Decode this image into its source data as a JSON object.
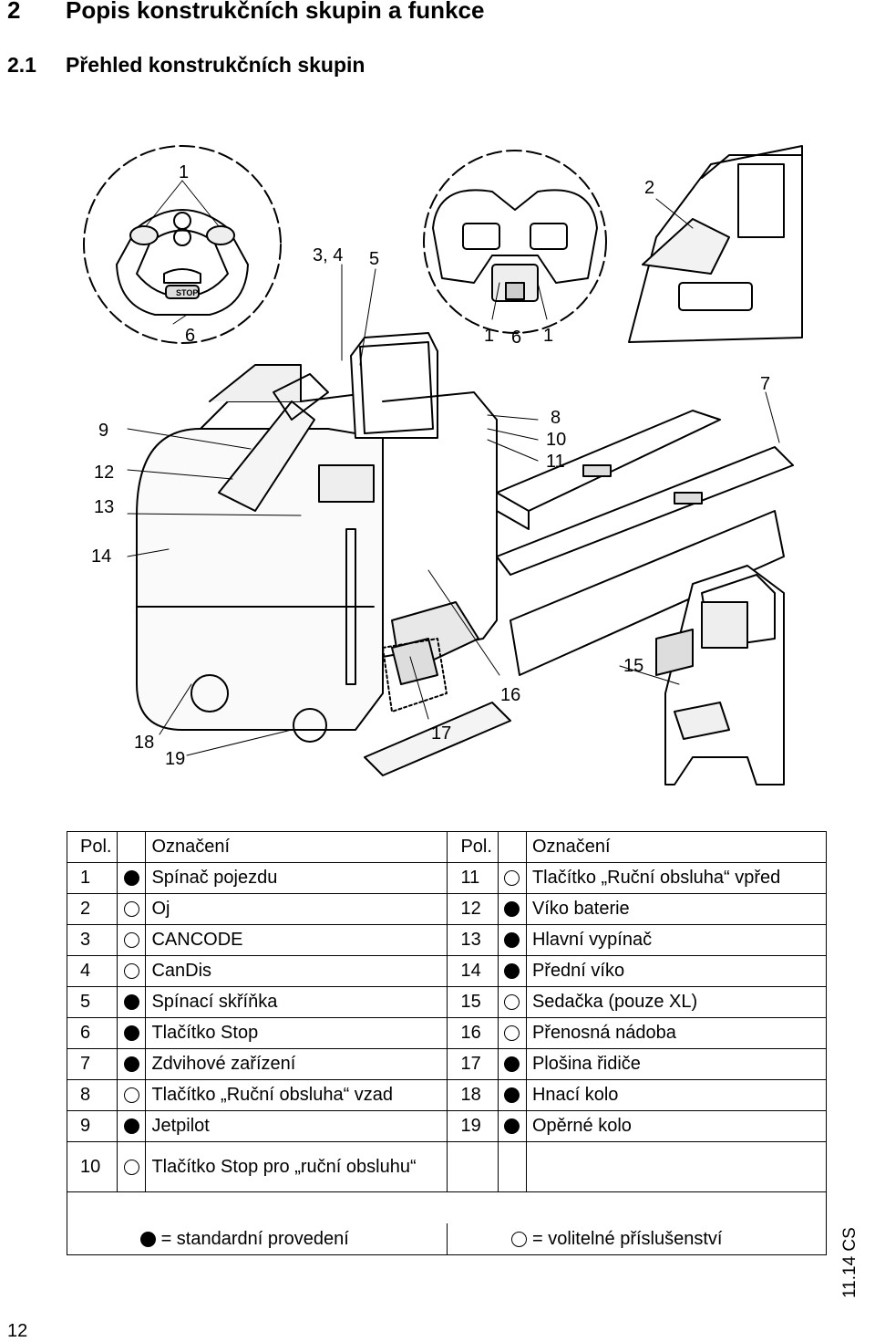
{
  "heading": {
    "number": "2",
    "title": "Popis konstrukčních skupin a funkce"
  },
  "subheading": {
    "number": "2.1",
    "title": "Přehled konstrukčních skupin"
  },
  "figure": {
    "callouts": {
      "c1": "1",
      "c2": "2",
      "c34": "3, 4",
      "c5": "5",
      "c6a": "6",
      "c1b": "1",
      "c6b": "6",
      "c1c": "1",
      "c7": "7",
      "c8": "8",
      "c9": "9",
      "c10": "10",
      "c11": "11",
      "c12": "12",
      "c13": "13",
      "c14": "14",
      "c15": "15",
      "c16": "16",
      "c17": "17",
      "c18": "18",
      "c19": "19"
    },
    "stop_label": "STOP"
  },
  "legend": {
    "headers": {
      "pos": "Pol.",
      "label": "Označení"
    },
    "rows": [
      {
        "left": {
          "pos": "1",
          "kind": "std",
          "label": "Spínač pojezdu"
        },
        "right": {
          "pos": "11",
          "kind": "opt",
          "label": "Tlačítko „Ruční obsluha“ vpřed"
        }
      },
      {
        "left": {
          "pos": "2",
          "kind": "opt",
          "label": "Oj"
        },
        "right": {
          "pos": "12",
          "kind": "std",
          "label": "Víko baterie"
        }
      },
      {
        "left": {
          "pos": "3",
          "kind": "opt",
          "label": "CANCODE"
        },
        "right": {
          "pos": "13",
          "kind": "std",
          "label": "Hlavní vypínač"
        }
      },
      {
        "left": {
          "pos": "4",
          "kind": "opt",
          "label": "CanDis"
        },
        "right": {
          "pos": "14",
          "kind": "std",
          "label": "Přední víko"
        }
      },
      {
        "left": {
          "pos": "5",
          "kind": "std",
          "label": "Spínací skříňka"
        },
        "right": {
          "pos": "15",
          "kind": "opt",
          "label": "Sedačka (pouze XL)"
        }
      },
      {
        "left": {
          "pos": "6",
          "kind": "std",
          "label": "Tlačítko Stop"
        },
        "right": {
          "pos": "16",
          "kind": "opt",
          "label": "Přenosná nádoba"
        }
      },
      {
        "left": {
          "pos": "7",
          "kind": "std",
          "label": "Zdvihové zařízení"
        },
        "right": {
          "pos": "17",
          "kind": "std",
          "label": "Plošina řidiče"
        }
      },
      {
        "left": {
          "pos": "8",
          "kind": "opt",
          "label": "Tlačítko „Ruční obsluha“ vzad"
        },
        "right": {
          "pos": "18",
          "kind": "std",
          "label": "Hnací kolo"
        }
      },
      {
        "left": {
          "pos": "9",
          "kind": "std",
          "label": "Jetpilot"
        },
        "right": {
          "pos": "19",
          "kind": "std",
          "label": "Opěrné kolo"
        }
      },
      {
        "left": {
          "pos": "10",
          "kind": "opt",
          "label": "Tlačítko Stop pro „ruční obsluhu“"
        },
        "right": null
      }
    ],
    "key": {
      "standard": "= standardní provedení",
      "optional": "= volitelné příslušenství"
    }
  },
  "side_label": "11.14 CS",
  "page_number": "12"
}
